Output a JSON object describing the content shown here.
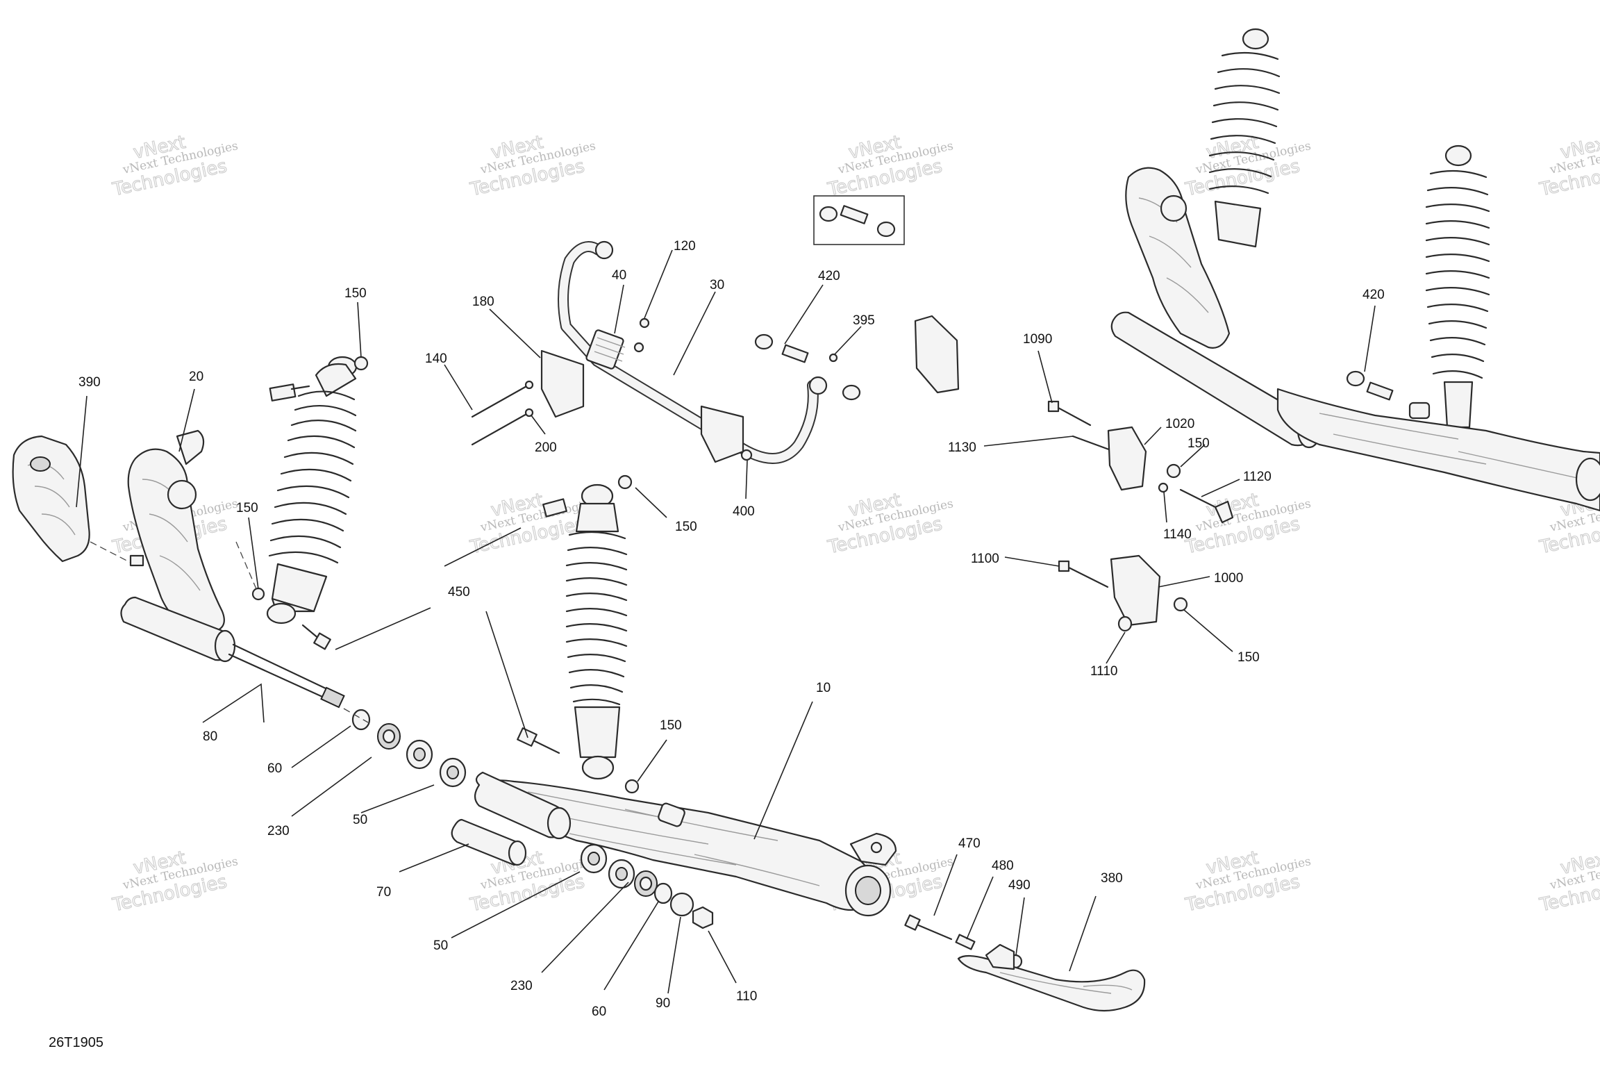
{
  "diagram": {
    "reference_code": "26T1905",
    "watermark": {
      "line1": "vNext Technologies",
      "line2": "vNext",
      "line3": "Technologies"
    },
    "callouts": [
      {
        "id": "c-10",
        "label": "10"
      },
      {
        "id": "c-20",
        "label": "20"
      },
      {
        "id": "c-30",
        "label": "30"
      },
      {
        "id": "c-40",
        "label": "40"
      },
      {
        "id": "c-50a",
        "label": "50"
      },
      {
        "id": "c-50b",
        "label": "50"
      },
      {
        "id": "c-60a",
        "label": "60"
      },
      {
        "id": "c-60b",
        "label": "60"
      },
      {
        "id": "c-70",
        "label": "70"
      },
      {
        "id": "c-80",
        "label": "80"
      },
      {
        "id": "c-90",
        "label": "90"
      },
      {
        "id": "c-110",
        "label": "110"
      },
      {
        "id": "c-120",
        "label": "120"
      },
      {
        "id": "c-140",
        "label": "140"
      },
      {
        "id": "c-150a",
        "label": "150"
      },
      {
        "id": "c-150b",
        "label": "150"
      },
      {
        "id": "c-150c",
        "label": "150"
      },
      {
        "id": "c-150d",
        "label": "150"
      },
      {
        "id": "c-150e",
        "label": "150"
      },
      {
        "id": "c-150f",
        "label": "150"
      },
      {
        "id": "c-180",
        "label": "180"
      },
      {
        "id": "c-200",
        "label": "200"
      },
      {
        "id": "c-230a",
        "label": "230"
      },
      {
        "id": "c-230b",
        "label": "230"
      },
      {
        "id": "c-380",
        "label": "380"
      },
      {
        "id": "c-390",
        "label": "390"
      },
      {
        "id": "c-395",
        "label": "395"
      },
      {
        "id": "c-400",
        "label": "400"
      },
      {
        "id": "c-420a",
        "label": "420"
      },
      {
        "id": "c-420b",
        "label": "420"
      },
      {
        "id": "c-450",
        "label": "450"
      },
      {
        "id": "c-470",
        "label": "470"
      },
      {
        "id": "c-480",
        "label": "480"
      },
      {
        "id": "c-490",
        "label": "490"
      },
      {
        "id": "c-1000",
        "label": "1000"
      },
      {
        "id": "c-1020",
        "label": "1020"
      },
      {
        "id": "c-1090",
        "label": "1090"
      },
      {
        "id": "c-1100",
        "label": "1100"
      },
      {
        "id": "c-1110",
        "label": "1110"
      },
      {
        "id": "c-1120",
        "label": "1120"
      },
      {
        "id": "c-1130",
        "label": "1130"
      },
      {
        "id": "c-1140",
        "label": "1140"
      }
    ]
  }
}
